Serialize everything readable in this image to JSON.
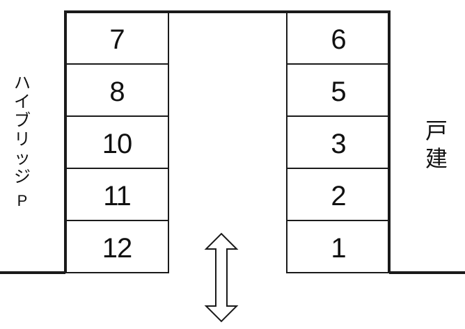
{
  "left_column": {
    "slots": [
      "7",
      "8",
      "10",
      "11",
      "12"
    ]
  },
  "right_column": {
    "slots": [
      "6",
      "5",
      "3",
      "2",
      "1"
    ]
  },
  "left_side_label": [
    "ハ",
    "イ",
    "ブ",
    "リ",
    "ッ",
    "ジ",
    "P"
  ],
  "right_side_label": [
    "戸",
    "建"
  ],
  "entrance_arrow": "two-way-vertical-arrow-icon",
  "line_color": "#1a1a1a"
}
